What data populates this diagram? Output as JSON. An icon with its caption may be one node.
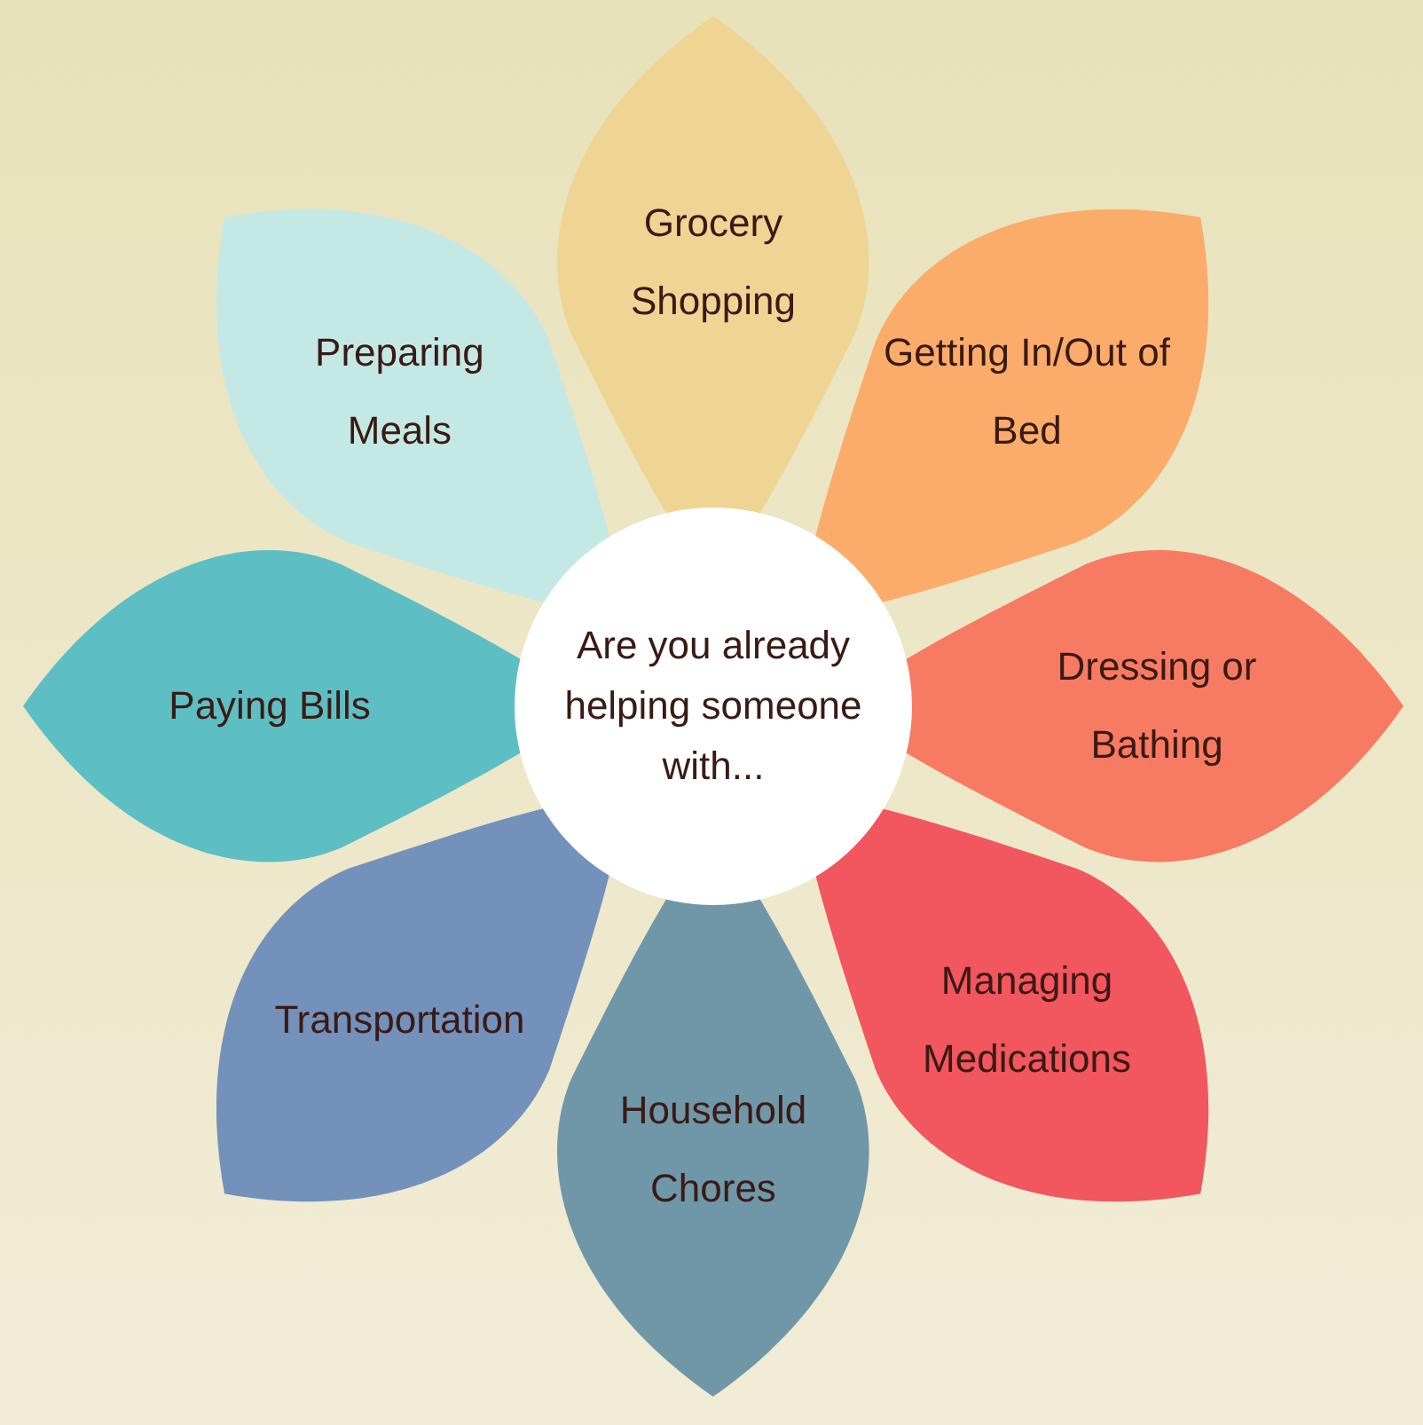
{
  "diagram": {
    "nodes": [
      {
        "text": [
          "Are you already helping someone with..."
        ]
      },
      {
        "text": [
          "Grocery Shopping"
        ]
      },
      {
        "text": [
          "Getting In/Out of Bed"
        ]
      },
      {
        "text": [
          "Dressing or Bathing"
        ]
      },
      {
        "text": [
          "Managing Medications"
        ]
      },
      {
        "text": [
          "Household Chores"
        ]
      },
      {
        "text": [
          "Transportation"
        ]
      },
      {
        "text": [
          "Paying Bills"
        ]
      },
      {
        "text": [
          "Preparing Meals"
        ]
      }
    ]
  }
}
